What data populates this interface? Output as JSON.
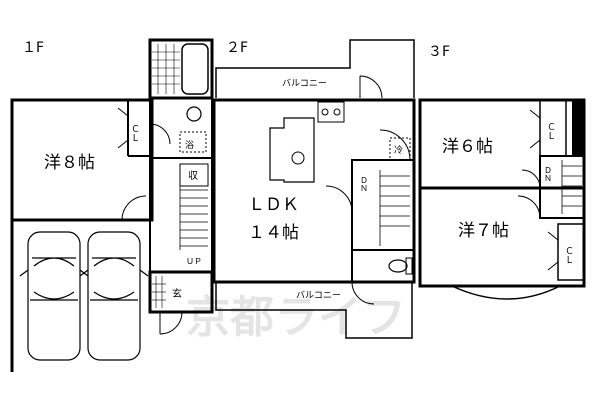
{
  "floors": [
    {
      "label": "１F",
      "rooms": {
        "western": {
          "name": "洋８帖"
        },
        "closet": "ＣＬ",
        "bath": "浴",
        "storage": "収",
        "entrance": "玄",
        "stair_up": "ＵＰ"
      }
    },
    {
      "label": "２F",
      "rooms": {
        "balcony_top": "バルコニー",
        "balcony_bottom": "バルコニー",
        "ldk_name": "ＬＤＫ",
        "ldk_size": "１４帖",
        "refrigerator": "冷",
        "stair_down": "ＤＮ"
      }
    },
    {
      "label": "３F",
      "rooms": {
        "western6": {
          "name": "洋６帖"
        },
        "western7": {
          "name": "洋７帖"
        },
        "closet_top": "ＣＬ",
        "closet_bottom": "ＣＬ",
        "stair_down": "ＤＮ"
      }
    }
  ],
  "watermark": "京都ライフ"
}
